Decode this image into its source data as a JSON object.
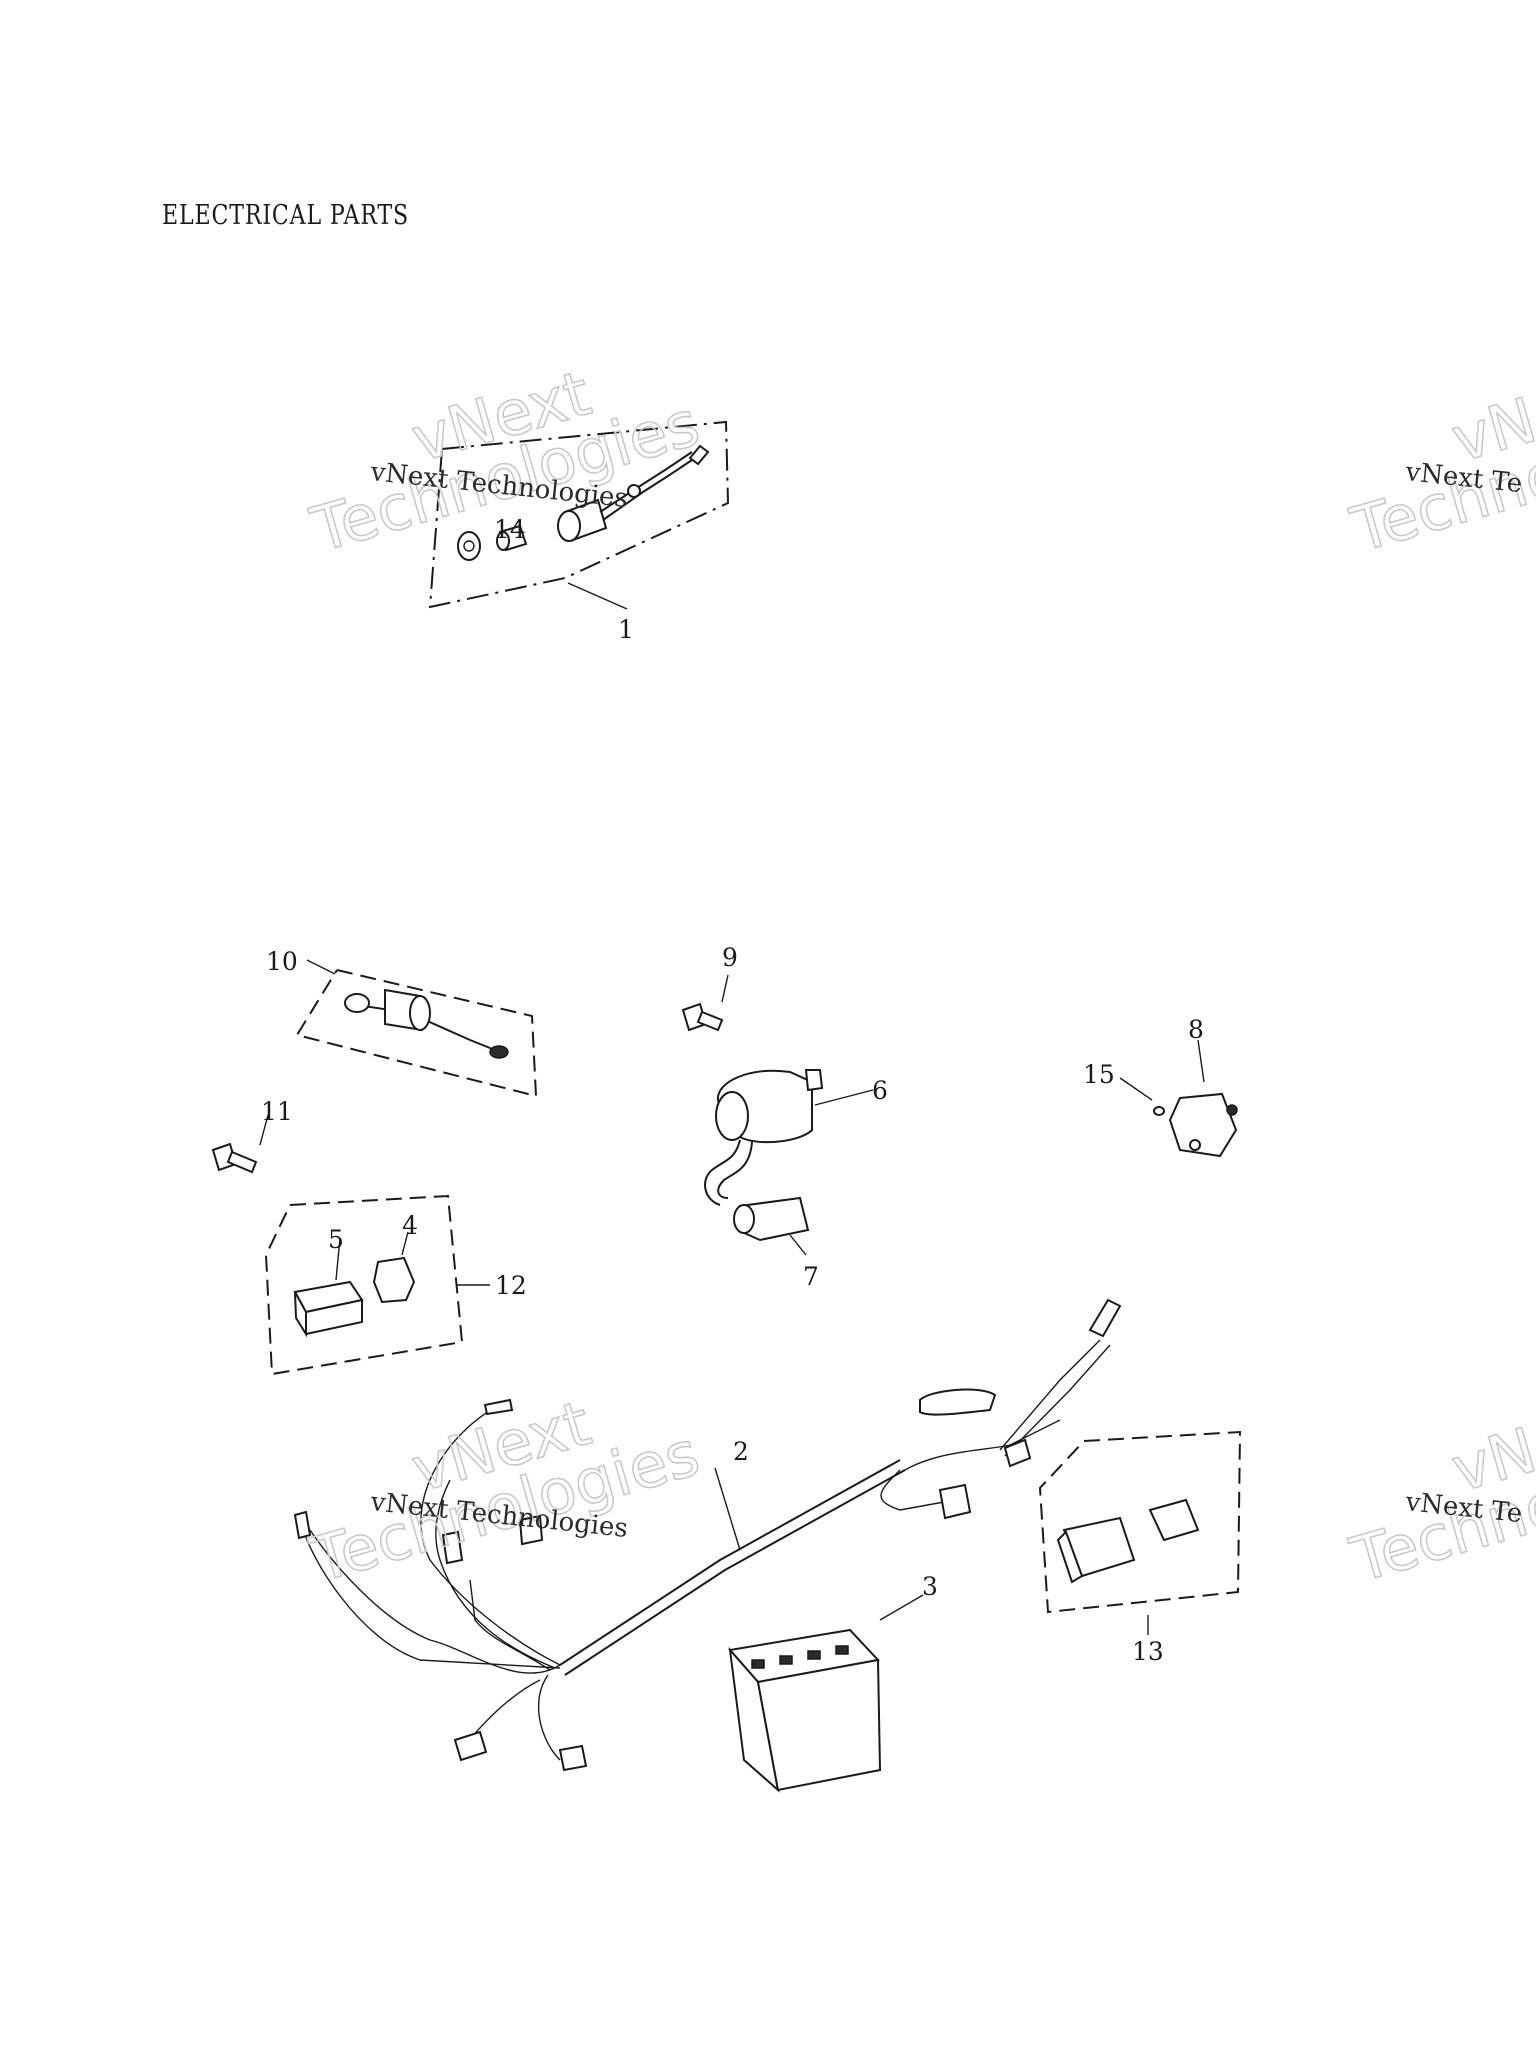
{
  "title": "ELECTRICAL PARTS",
  "callouts": {
    "c1": "1",
    "c2": "2",
    "c3": "3",
    "c4": "4",
    "c5": "5",
    "c6": "6",
    "c7": "7",
    "c8": "8",
    "c9": "9",
    "c10": "10",
    "c11": "11",
    "c12": "12",
    "c13": "13",
    "c14": "14",
    "c15": "15"
  },
  "watermark": {
    "brand": "vNext",
    "word": "Technologies",
    "line": "vNext Technologies",
    "partial_brand": "vNe",
    "partial_line": "vNext Te",
    "partial_word": "Techno"
  }
}
